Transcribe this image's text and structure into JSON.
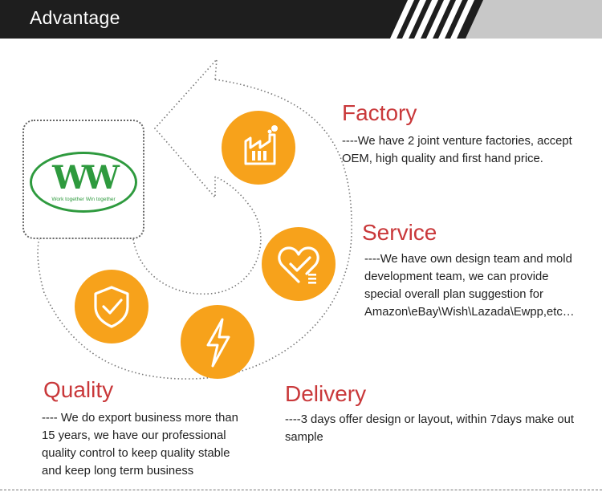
{
  "header": {
    "title": "Advantage"
  },
  "logo": {
    "letters": "WW",
    "tagline": "Work together Win together",
    "color": "#2e9a3e"
  },
  "colors": {
    "badge": "#f7a21b",
    "title_red": "#c9383a",
    "header_bg": "#1e1e1e"
  },
  "features": {
    "factory": {
      "title": "Factory",
      "desc_lines": [
        "----We have 2 joint venture factories, accept",
        "OEM, high quality and first hand price."
      ],
      "icon": "factory-icon"
    },
    "service": {
      "title": "Service",
      "desc_lines": [
        "----We have own design team and mold",
        "development team, we can provide",
        "special overall plan suggestion for",
        "Amazon\\eBay\\Wish\\Lazada\\Ewpp,etc…"
      ],
      "icon": "heart-check-icon"
    },
    "quality": {
      "title": "Quality",
      "desc_lines": [
        "---- We do export business more than",
        "15 years, we have our professional",
        "quality control to keep quality stable",
        "and keep long term business"
      ],
      "icon": "shield-check-icon"
    },
    "delivery": {
      "title": "Delivery",
      "desc_lines": [
        "----3 days offer design or layout, within 7days make out",
        "sample"
      ],
      "icon": "lightning-icon"
    }
  }
}
